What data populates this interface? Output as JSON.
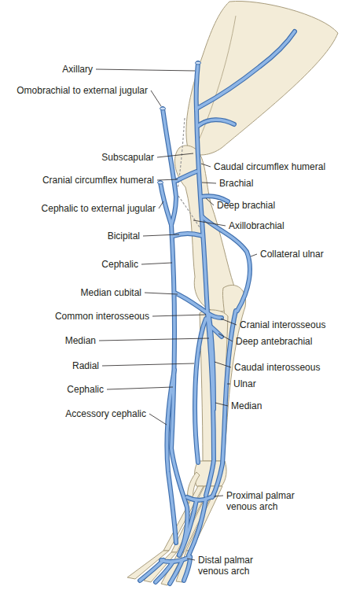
{
  "diagram": {
    "labels": [
      "Axillary",
      "Omobrachial to external jugular",
      "Subscapular",
      "Caudal circumflex humeral",
      "Cranial circumflex humeral",
      "Brachial",
      "Deep brachial",
      "Cephalic to external jugular",
      "Axillobrachial",
      "Bicipital",
      "Collateral ulnar",
      "Cephalic",
      "Median cubital",
      "Common interosseous",
      "Cranial interosseous",
      "Median",
      "Deep antebrachial",
      "Radial",
      "Caudal interosseous",
      "Ulnar",
      "Cephalic",
      "Median",
      "Accessory cephalic",
      "Proximal palmar venous arch",
      "Distal palmar venous arch"
    ]
  }
}
